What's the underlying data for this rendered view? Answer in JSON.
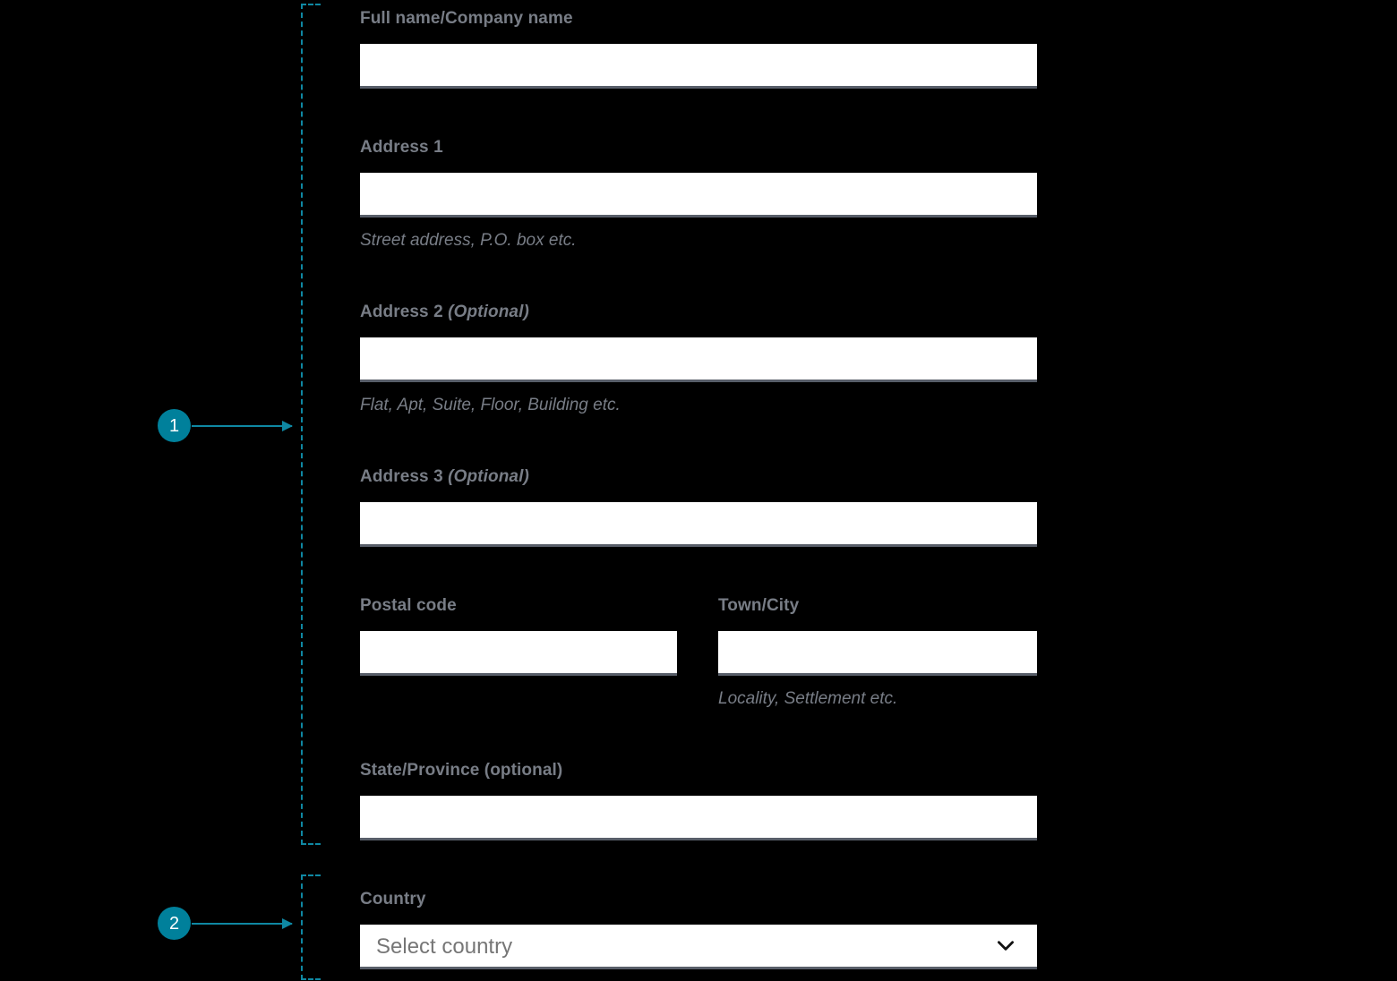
{
  "theme": {
    "background": "#000000",
    "accent_teal": "#00809b",
    "annotation_line": "#0f88a3",
    "label_grey": "#787d86",
    "input_background": "#ffffff",
    "input_underline": "#585e69",
    "placeholder_grey": "#767676"
  },
  "annotations": [
    {
      "number": "1",
      "target": "address-fields-group"
    },
    {
      "number": "2",
      "target": "country-field-group"
    }
  ],
  "form": {
    "fields": [
      {
        "id": "full-name",
        "label": "Full name/Company name",
        "optional_suffix": "",
        "value": "",
        "placeholder": "",
        "hint": ""
      },
      {
        "id": "address-1",
        "label": "Address 1",
        "optional_suffix": "",
        "value": "",
        "placeholder": "",
        "hint": "Street address, P.O. box etc."
      },
      {
        "id": "address-2",
        "label": "Address 2",
        "optional_suffix": "(Optional)",
        "value": "",
        "placeholder": "",
        "hint": "Flat, Apt, Suite, Floor, Building etc."
      },
      {
        "id": "address-3",
        "label": "Address 3",
        "optional_suffix": "(Optional)",
        "value": "",
        "placeholder": "",
        "hint": ""
      },
      {
        "id": "postal-code",
        "label": "Postal code",
        "optional_suffix": "",
        "value": "",
        "placeholder": "",
        "hint": ""
      },
      {
        "id": "town-city",
        "label": "Town/City",
        "optional_suffix": "",
        "value": "",
        "placeholder": "",
        "hint": "Locality, Settlement etc."
      },
      {
        "id": "state-province",
        "label": "State/Province (optional)",
        "optional_suffix": "",
        "value": "",
        "placeholder": "",
        "hint": ""
      },
      {
        "id": "country",
        "label": "Country",
        "optional_suffix": "",
        "value": "",
        "placeholder": "Select country",
        "hint": "",
        "control": "select",
        "selected_text": "Select country",
        "chevron_icon": "chevron-down-icon"
      }
    ]
  }
}
